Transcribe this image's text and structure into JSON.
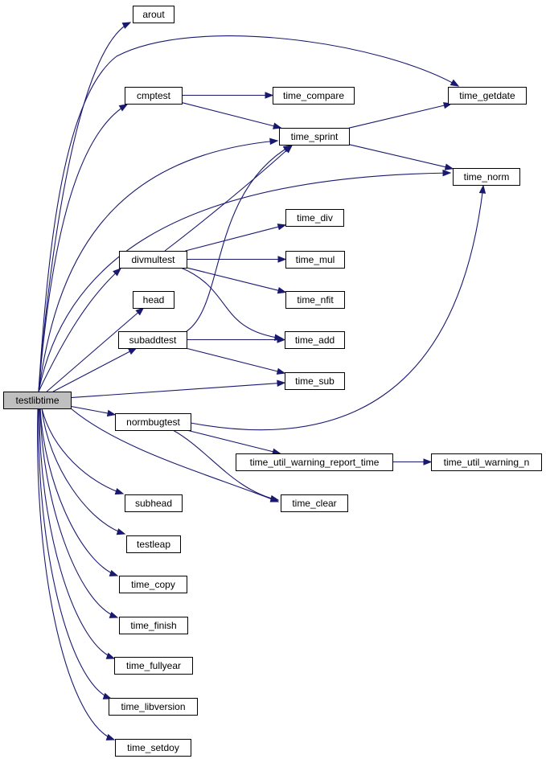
{
  "nodes": {
    "testlibtime": "testlibtime",
    "arout": "arout",
    "cmptest": "cmptest",
    "time_compare": "time_compare",
    "time_getdate": "time_getdate",
    "time_sprint": "time_sprint",
    "time_norm": "time_norm",
    "time_div": "time_div",
    "divmultest": "divmultest",
    "time_mul": "time_mul",
    "head": "head",
    "time_nfit": "time_nfit",
    "subaddtest": "subaddtest",
    "time_add": "time_add",
    "time_sub": "time_sub",
    "normbugtest": "normbugtest",
    "time_util_warning_report_time": "time_util_warning_report_time",
    "time_util_warning_n": "time_util_warning_n",
    "time_clear": "time_clear",
    "subhead": "subhead",
    "testleap": "testleap",
    "time_copy": "time_copy",
    "time_finish": "time_finish",
    "time_fullyear": "time_fullyear",
    "time_libversion": "time_libversion",
    "time_setdoy": "time_setdoy"
  },
  "edges": [
    [
      "testlibtime",
      "arout"
    ],
    [
      "testlibtime",
      "time_getdate"
    ],
    [
      "testlibtime",
      "cmptest"
    ],
    [
      "testlibtime",
      "time_sprint"
    ],
    [
      "testlibtime",
      "time_norm"
    ],
    [
      "testlibtime",
      "divmultest"
    ],
    [
      "testlibtime",
      "head"
    ],
    [
      "testlibtime",
      "subaddtest"
    ],
    [
      "testlibtime",
      "time_sub"
    ],
    [
      "testlibtime",
      "normbugtest"
    ],
    [
      "testlibtime",
      "time_clear"
    ],
    [
      "testlibtime",
      "subhead"
    ],
    [
      "testlibtime",
      "testleap"
    ],
    [
      "testlibtime",
      "time_copy"
    ],
    [
      "testlibtime",
      "time_finish"
    ],
    [
      "testlibtime",
      "time_fullyear"
    ],
    [
      "testlibtime",
      "time_libversion"
    ],
    [
      "testlibtime",
      "time_setdoy"
    ],
    [
      "cmptest",
      "time_compare"
    ],
    [
      "cmptest",
      "time_sprint"
    ],
    [
      "time_sprint",
      "time_getdate"
    ],
    [
      "time_sprint",
      "time_norm"
    ],
    [
      "divmultest",
      "time_sprint"
    ],
    [
      "divmultest",
      "time_div"
    ],
    [
      "divmultest",
      "time_mul"
    ],
    [
      "divmultest",
      "time_nfit"
    ],
    [
      "divmultest",
      "time_add"
    ],
    [
      "subaddtest",
      "time_sprint"
    ],
    [
      "subaddtest",
      "time_add"
    ],
    [
      "subaddtest",
      "time_sub"
    ],
    [
      "normbugtest",
      "time_norm"
    ],
    [
      "normbugtest",
      "time_util_warning_report_time"
    ],
    [
      "normbugtest",
      "time_clear"
    ],
    [
      "time_util_warning_report_time",
      "time_util_warning_n"
    ]
  ],
  "colors": {
    "edge": "#191970",
    "root_fill": "#bfbfbf",
    "node_fill": "#ffffff",
    "node_border": "#000000"
  }
}
